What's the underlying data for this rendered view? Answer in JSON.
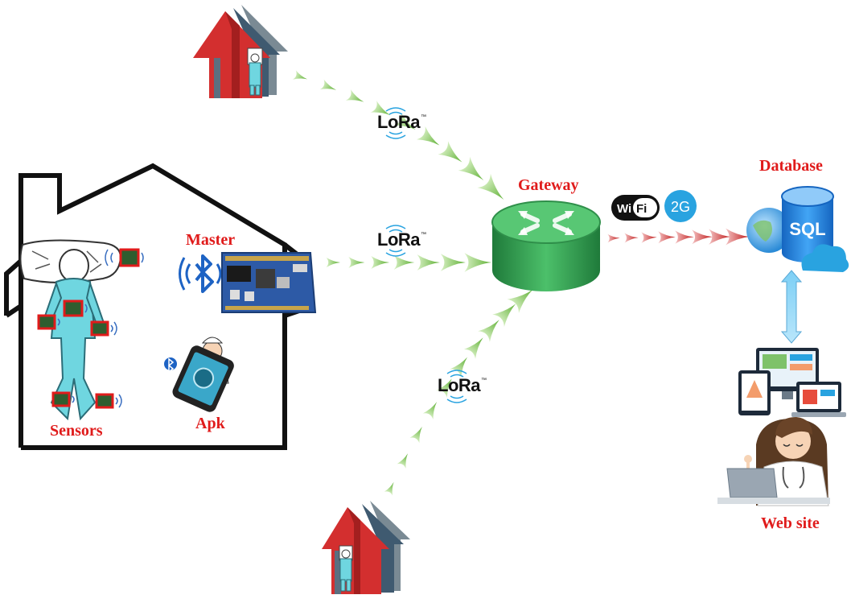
{
  "labels": {
    "gateway": "Gateway",
    "database": "Database",
    "master": "Master",
    "sensors": "Sensors",
    "apk": "Apk",
    "website": "Web site"
  },
  "lora": {
    "text": "LoRa",
    "tm": "™"
  },
  "wifi": {
    "text": "WiFi"
  },
  "cellular": {
    "text": "2G"
  },
  "sql": {
    "text": "SQL"
  },
  "colors": {
    "label_red": "#e01b1b",
    "lora_arrow_green": "#7cc24a",
    "wifi_arrow_red": "#c62828",
    "router_green": "#2e9e4f",
    "house_red": "#d32f2f",
    "patient_cyan": "#6fd6e0",
    "db_blue": "#1e88e5"
  },
  "icons": [
    "house-icon",
    "router-icon",
    "database-icon",
    "cloud-icon",
    "globe-icon",
    "bluetooth-icon",
    "wifi-icon",
    "phone-icon",
    "nurse-icon",
    "doctor-icon",
    "devices-icon",
    "patient-icon",
    "sensor-icon",
    "circuit-board-icon"
  ]
}
